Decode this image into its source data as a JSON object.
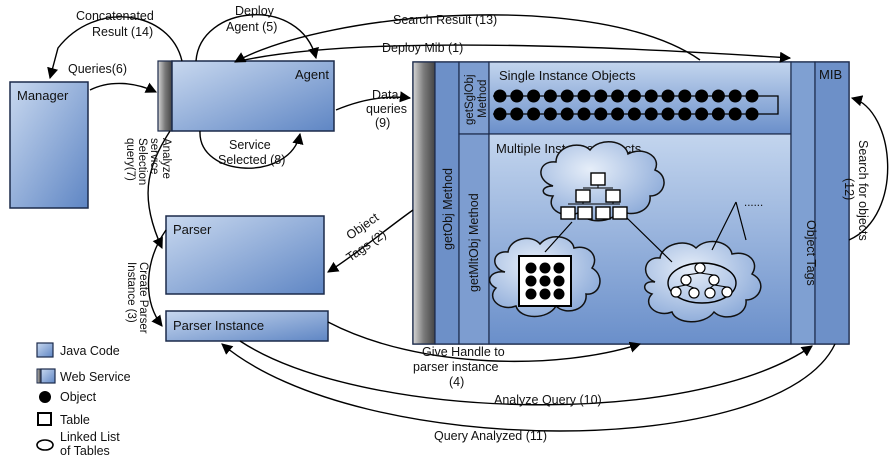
{
  "components": {
    "manager": "Manager",
    "agent": "Agent",
    "parser": "Parser",
    "parser_instance": "Parser Instance",
    "mib": "MIB",
    "single_instance": "Single Instance Objects",
    "multiple_instance": "Multiple Instance Objects",
    "get_obj_method": "getObj Method",
    "get_sgl_obj_method": [
      "getSglObj",
      "Method"
    ],
    "get_mlt_obj_method": "getMltObj Method",
    "object_tags": "Object Tags",
    "ellipsis": "......"
  },
  "edges": {
    "concatenated_result": [
      "Concatenated",
      "Result (14)"
    ],
    "queries": "Queries(6)",
    "deploy_agent": [
      "Deploy",
      "Agent (5)"
    ],
    "search_result": "Search Result (13)",
    "deploy_mib": "Deploy Mib (1)",
    "data_queries": [
      "Data",
      "queries",
      "(9)"
    ],
    "analyze_service": [
      "Analyze",
      "service",
      "Selection",
      "query(7)"
    ],
    "service_selected": [
      "Service",
      "Selected (8)"
    ],
    "object_tags_2": [
      "Object",
      "Tags (2)"
    ],
    "create_parser": [
      "Create Parser",
      "Instance (3)"
    ],
    "give_handle": [
      "Give Handle to",
      "parser instance",
      "(4)"
    ],
    "analyze_query": "Analyze Query (10)",
    "query_analyzed": "Query Analyzed (11)",
    "search_for_objects": [
      "Search for objects",
      "(12)"
    ]
  },
  "legend": {
    "java_code": "Java Code",
    "web_service": "Web Service",
    "object": "Object",
    "table": "Table",
    "linked_list": [
      "Linked List",
      "of Tables"
    ]
  },
  "colors": {
    "box_light": "#b9cdea",
    "box_dark": "#5a82c2",
    "outline": "#1b2a4a",
    "web_service_strip": "#6e6e6e",
    "object_fill": "#000000"
  }
}
